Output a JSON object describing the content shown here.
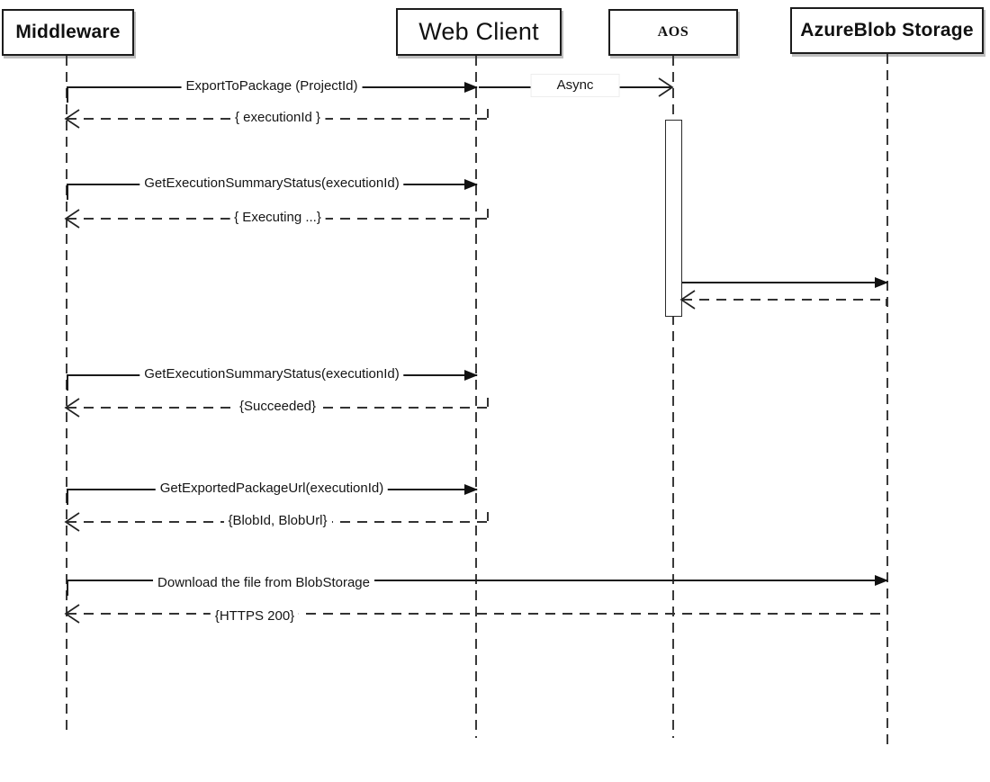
{
  "diagram_type": "uml-sequence",
  "actors": [
    {
      "id": "middleware",
      "name": "Middleware"
    },
    {
      "id": "web-client",
      "name": "Web Client"
    },
    {
      "id": "aos",
      "name": "AOS"
    },
    {
      "id": "azure-blob-storage",
      "name": "AzureBlob Storage"
    }
  ],
  "messages": [
    {
      "label": "ExportToPackage (ProjectId)",
      "from": "Middleware",
      "to": "Web Client",
      "line": "solid",
      "arrowhead": "filled"
    },
    {
      "label": "Async",
      "from": "Web Client",
      "to": "AOS",
      "line": "solid",
      "arrowhead": "open"
    },
    {
      "label": "{ executionId }",
      "from": "Web Client",
      "to": "Middleware",
      "line": "dashed",
      "arrowhead": "open"
    },
    {
      "label": "GetExecutionSummaryStatus(executionId)",
      "from": "Middleware",
      "to": "Web Client",
      "line": "solid",
      "arrowhead": "filled"
    },
    {
      "label": "{ Executing ...}",
      "from": "Web Client",
      "to": "Middleware",
      "line": "dashed",
      "arrowhead": "open"
    },
    {
      "label": "",
      "from": "AOS",
      "to": "AzureBlob Storage",
      "line": "solid",
      "arrowhead": "filled"
    },
    {
      "label": "",
      "from": "AzureBlob Storage",
      "to": "AOS",
      "line": "dashed",
      "arrowhead": "open"
    },
    {
      "label": "GetExecutionSummaryStatus(executionId)",
      "from": "Middleware",
      "to": "Web Client",
      "line": "solid",
      "arrowhead": "filled"
    },
    {
      "label": "{Succeeded}",
      "from": "Web Client",
      "to": "Middleware",
      "line": "dashed",
      "arrowhead": "open"
    },
    {
      "label": "GetExportedPackageUrl(executionId)",
      "from": "Middleware",
      "to": "Web Client",
      "line": "solid",
      "arrowhead": "filled"
    },
    {
      "label": "{BlobId, BlobUrl}",
      "from": "Web Client",
      "to": "Middleware",
      "line": "dashed",
      "arrowhead": "open"
    },
    {
      "label": "Download the file from BlobStorage",
      "from": "Middleware",
      "to": "AzureBlob Storage",
      "line": "solid",
      "arrowhead": "filled"
    },
    {
      "label": "{HTTPS 200}",
      "from": "AzureBlob Storage",
      "to": "Middleware",
      "line": "dashed",
      "arrowhead": "open"
    }
  ],
  "activation": {
    "actor": "AOS"
  },
  "colors": {
    "background": "#ffffff",
    "line": "#1a1a1a",
    "text": "#111111"
  }
}
